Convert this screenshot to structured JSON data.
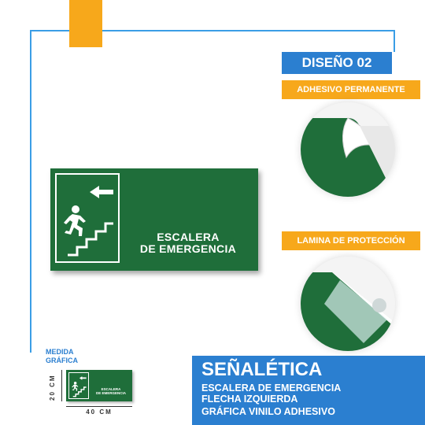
{
  "sign": {
    "line1": "ESCALERA",
    "line2": "DE EMERGENCIA",
    "green": "#1f6e3a",
    "icons": [
      "arrow-left-icon",
      "running-person-icon",
      "stairs-icon"
    ]
  },
  "tags": {
    "design": "DISEÑO 02",
    "adhesive": "ADHESIVO PERMANENTE",
    "lamina": "LAMINA DE PROTECCIÓN"
  },
  "medida": {
    "line1": "MEDIDA",
    "line2": "GRÁFICA",
    "height": "20 CM",
    "width": "40 CM"
  },
  "small_sign": {
    "line1": "ESCALERA",
    "line2": "DE EMERGENCIA"
  },
  "panel": {
    "title": "SEÑALÉTICA",
    "line1": "ESCALERA DE EMERGENCIA",
    "line2": "FLECHA IZQUIERDA",
    "line3": "GRÁFICA VINILO ADHESIVO"
  },
  "colors": {
    "accent_blue": "#2b7fd0",
    "accent_orange": "#f7a81b",
    "frame_blue": "#3a9ee6"
  }
}
